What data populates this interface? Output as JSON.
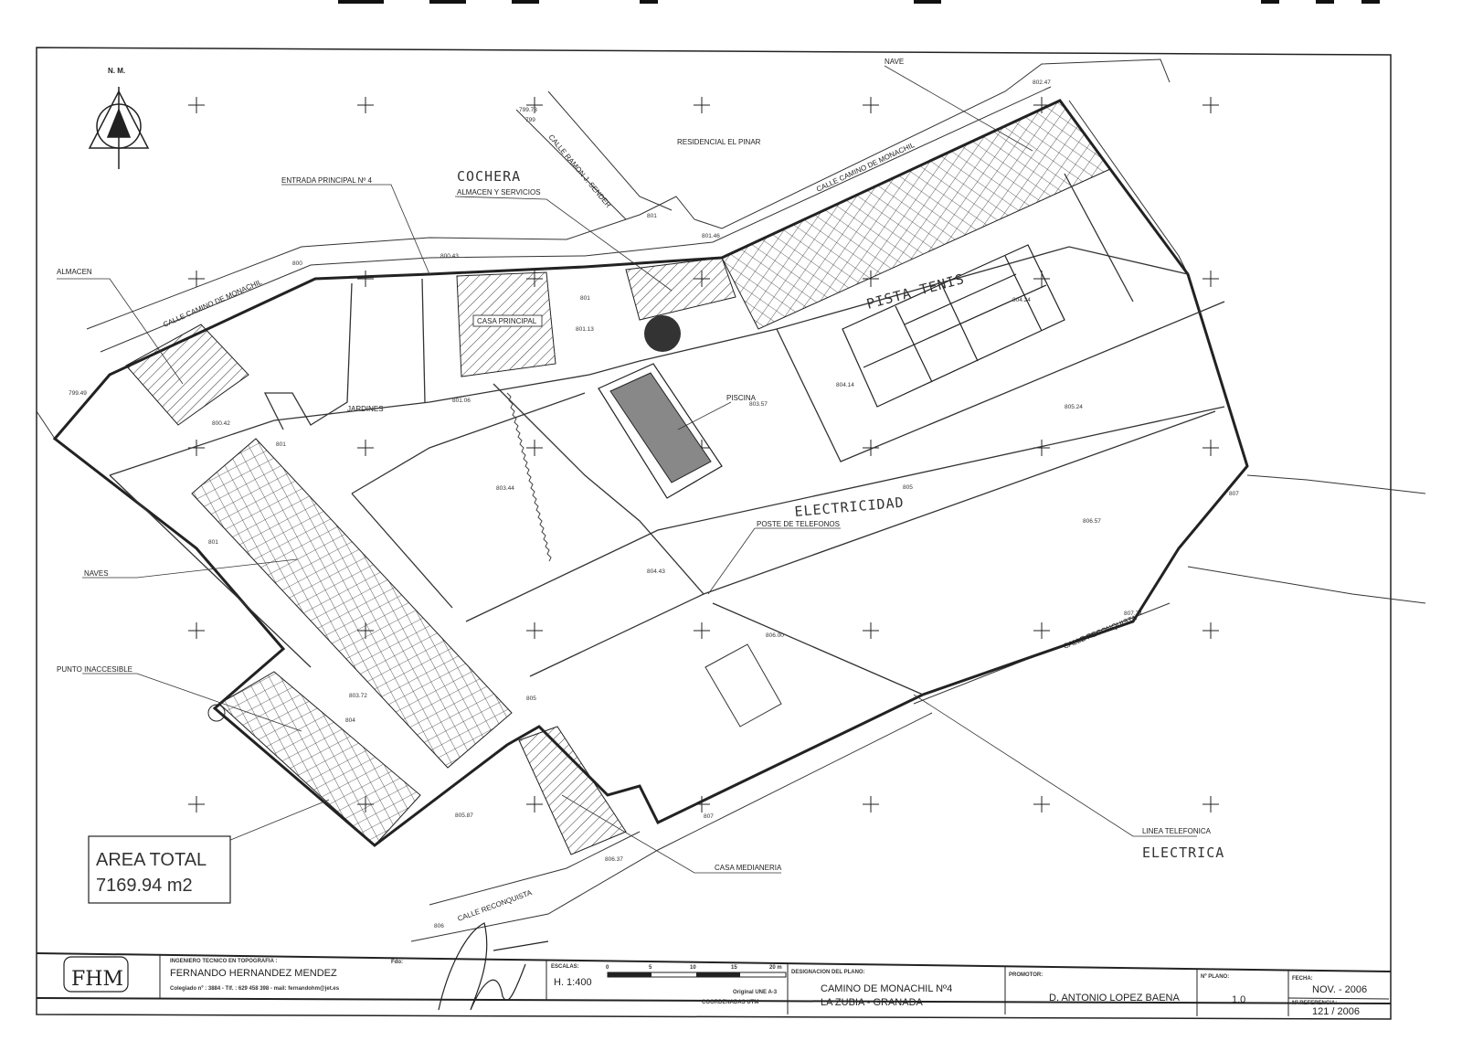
{
  "plan": {
    "north_label": "N. M.",
    "area_box": {
      "line1": "AREA TOTAL",
      "line2": "7169.94 m2"
    },
    "labels": {
      "nave": "NAVE",
      "residencial": "RESIDENCIAL EL PINAR",
      "calle_ramon": "CALLE RAMON J. SENDER",
      "calle_monachil_top": "CALLE CAMINO DE MONACHIL",
      "calle_monachil_left": "CALLE CAMINO DE MONACHIL",
      "entrada": "ENTRADA PRINCIPAL  Nº 4",
      "cochera": "COCHERA",
      "almacen_servicios": "ALMACEN Y SERVICIOS",
      "almacen": "ALMACEN",
      "casa_principal": "CASA PRINCIPAL",
      "jardines": "JARDINES",
      "piscina": "PISCINA",
      "pista_tenis": "PISTA TENIS",
      "electricidad": "ELECTRICIDAD",
      "poste": "POSTE DE TELEFONOS",
      "naves": "NAVES",
      "punto": "PUNTO INACCESIBLE",
      "calle_reconquista_right": "CALLE RECONQUISTA",
      "calle_reconquista_bottom": "CALLE RECONQUISTA",
      "casa_medianeria": "CASA MEDIANERIA",
      "linea_telefonica": "LINEA TELEFONICA",
      "electrica": "ELECTRICA"
    },
    "elevations": [
      "802.47",
      "799.73",
      "799",
      "801",
      "801.46",
      "800.43",
      "800",
      "801",
      "801.13",
      "804.24",
      "799.49",
      "800.42",
      "801.06",
      "803.57",
      "804.14",
      "805.24",
      "801",
      "803.44",
      "805",
      "806.57",
      "807",
      "804.43",
      "806.00",
      "807.74",
      "801",
      "803.72",
      "804",
      "805",
      "805.87",
      "806.37",
      "807",
      "806"
    ]
  },
  "title_block": {
    "engineer_heading": "INGENIERO TECNICO EN TOPOGRAFIA :",
    "firma_label": "Fdo:",
    "engineer_name": "FERNANDO HERNANDEZ MENDEZ",
    "engineer_contact": "Colegiado nº : 3884 - Tlf. : 629 458 398 - mail: fernandohm@jet.es",
    "escalas_label": "ESCALAS:",
    "scale": "H. 1:400",
    "scale_ticks": [
      "0",
      "5",
      "10",
      "15",
      "20 m"
    ],
    "original": "Original UNE A-3",
    "coordinates": "COORDENADAS UTM",
    "designacion_label": "DESIGNACION DEL PLANO:",
    "designacion_line1": "CAMINO DE MONACHIL Nº4",
    "designacion_line2": "LA ZUBIA   -   GRANADA",
    "promotor_label": "PROMOTOR:",
    "promotor": "D. ANTONIO LOPEZ BAENA",
    "plano_label": "Nº PLANO:",
    "plano": "1.0",
    "fecha_label": "FECHA:",
    "fecha": "NOV. - 2006",
    "referencia_label": "Nº REFERENCIA:",
    "referencia": "121 / 2006",
    "logo_text": "FHM"
  }
}
